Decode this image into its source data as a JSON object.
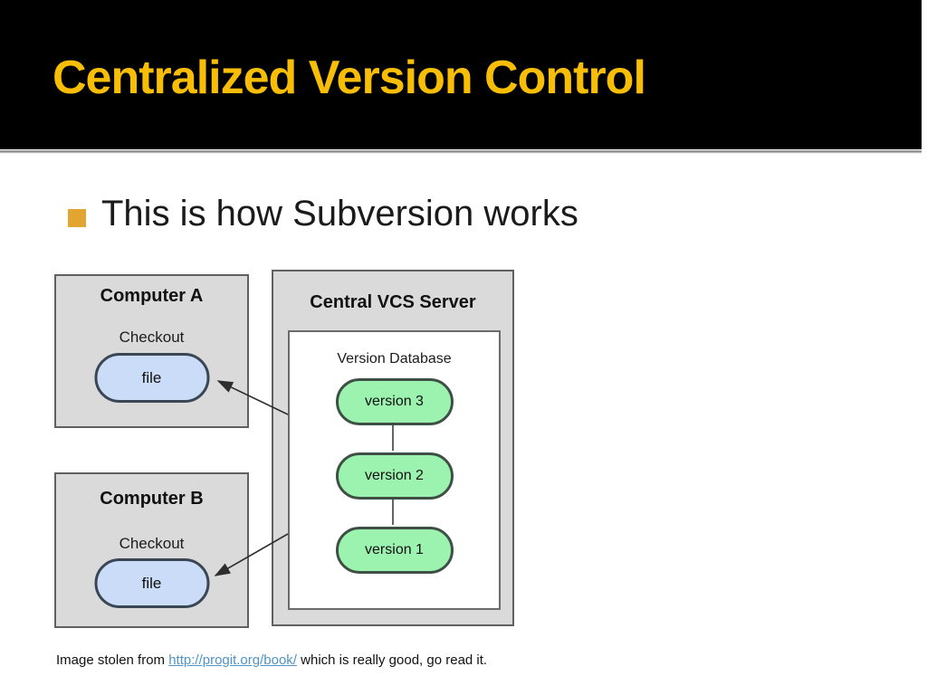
{
  "slide": {
    "title": "Centralized Version Control",
    "bullet": "This is how Subversion works",
    "footer": {
      "prefix": "Image stolen from ",
      "link": "http://progit.org/book/",
      "suffix": " which is really good, go read it."
    }
  },
  "diagram": {
    "computer_a": {
      "title": "Computer A",
      "action": "Checkout",
      "file": "file"
    },
    "computer_b": {
      "title": "Computer B",
      "action": "Checkout",
      "file": "file"
    },
    "server": {
      "title": "Central VCS Server",
      "database_title": "Version Database",
      "versions": [
        "version 3",
        "version 2",
        "version 1"
      ]
    }
  },
  "colors": {
    "header_bg": "#000000",
    "title_text": "#F8BE06",
    "bullet_marker": "#E2A52F",
    "box_fill": "#DADADA",
    "box_border": "#606060",
    "file_pill_fill": "#CBDCF8",
    "file_pill_border": "#3A4654",
    "version_pill_fill": "#9CF3AF",
    "version_pill_border": "#3E5045",
    "link_text": "#4E94C6"
  }
}
